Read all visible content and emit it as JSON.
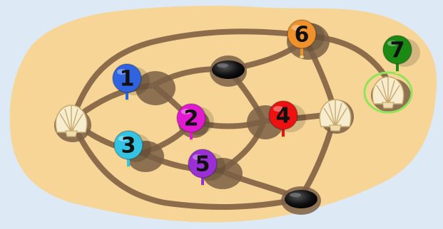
{
  "pins": [
    {
      "id": "pin-1",
      "label": "1",
      "color": "#2f63e0"
    },
    {
      "id": "pin-2",
      "label": "2",
      "color": "#e11ad2"
    },
    {
      "id": "pin-3",
      "label": "3",
      "color": "#35c3e4"
    },
    {
      "id": "pin-4",
      "label": "4",
      "color": "#ee1111"
    },
    {
      "id": "pin-5",
      "label": "5",
      "color": "#9a2fd6"
    },
    {
      "id": "pin-6",
      "label": "6",
      "color": "#f1912c"
    },
    {
      "id": "pin-7",
      "label": "7",
      "color": "#1a8a12"
    }
  ],
  "colors": {
    "background": "#dde9f4",
    "sand": "#f7d596",
    "path": "#8c6c4a",
    "hole": "#7b6046",
    "selection": "#8fe45a"
  },
  "icons": [
    "seashell-icon",
    "black-stone-icon"
  ]
}
